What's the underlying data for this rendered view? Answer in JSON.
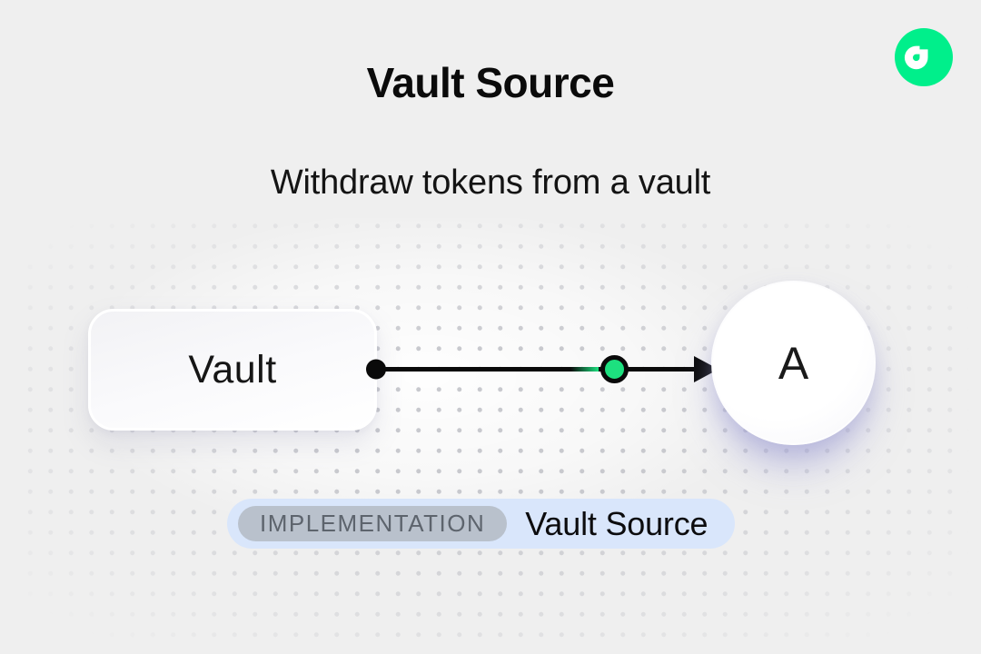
{
  "page": {
    "title": "Vault Source",
    "subtitle": "Withdraw tokens from a vault"
  },
  "logo": {
    "name": "Flow",
    "brand_green": "#00EF8B"
  },
  "diagram": {
    "source_node_label": "Vault",
    "target_node_label": "A",
    "edge": {
      "type": "arrow",
      "line_color": "#0a0a0a",
      "midpoint_marker_color": "#1DE07F"
    }
  },
  "footer_badge": {
    "tag": "IMPLEMENTATION",
    "label": "Vault Source",
    "pill_color": "#D9E6FB",
    "tag_pill_color": "#B9C1CC"
  }
}
